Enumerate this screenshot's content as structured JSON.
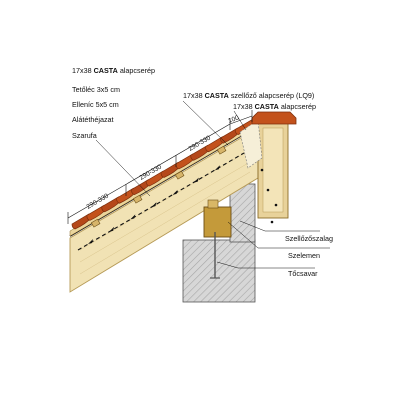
{
  "colors": {
    "rafter": "#f1e2b4",
    "rafter_edge": "#b69a56",
    "tile": "#c3521c",
    "tile_dark": "#7e2f0c",
    "masonry": "#d7d7d7",
    "masonry_hatch": "#a6a6a6",
    "purlin": "#c49a3a",
    "ridge_batten": "#e8d29a",
    "membrane": "#111111"
  },
  "icons": [
    "dimension-arrow-icon",
    "leader-line-icon"
  ],
  "labels": {
    "left": [
      {
        "prefix": "17x38 ",
        "bold": "CASTA",
        "suffix": " alapcserép"
      },
      {
        "text": "Tetőléc 3x5 cm"
      },
      {
        "text": "Elleníc 5x5 cm"
      },
      {
        "text": "Alátéthéjazat"
      },
      {
        "text": "Szarufa"
      }
    ],
    "top_vent": {
      "prefix": "17x38 ",
      "bold": "CASTA",
      "suffix": " szellőző alapcserép (LQ9)"
    },
    "top_base": {
      "prefix": "17x38 ",
      "bold": "CASTA",
      "suffix": " alapcserép"
    },
    "right": [
      "Szellőzőszalag",
      "Szelemen",
      "Tőcsavar"
    ]
  },
  "dimensions": [
    "290-330",
    "290-330",
    "290-330",
    "100"
  ]
}
